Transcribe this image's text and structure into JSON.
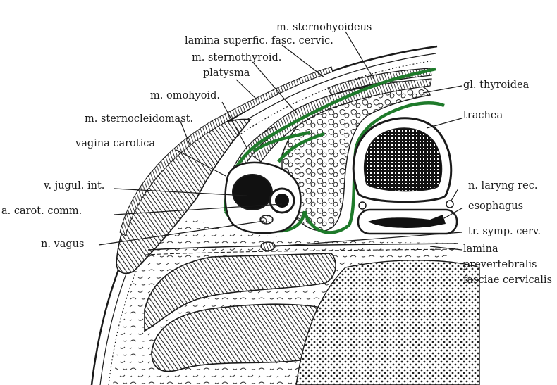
{
  "figure": {
    "labels": {
      "sternohyoideus": "m. sternohyoideus",
      "lamina_superficialis": "lamina superfic. fasc. cervic.",
      "sternothyroid": "m. sternothyroid.",
      "platysma": "platysma",
      "omohyoid": "m. omohyoid.",
      "scm": "m. sternocleidomast.",
      "vagina_carotica": "vagina carotica",
      "v_jugularis": "v. jugul. int.",
      "a_carotis": "a. carot. comm.",
      "n_vagus": "n. vagus",
      "gl_thyroidea": "gl. thyroidea",
      "trachea": "trachea",
      "n_laryngeus": "n. laryng rec.",
      "esophagus": "esophagus",
      "tr_sympathicus": "tr. symp. cerv.",
      "lamina_prevert_1": "lamina",
      "lamina_prevert_2": "prevertebralis",
      "lamina_prevert_3": "fasciae cervicalis"
    },
    "colors": {
      "fascia_green": "#1e7a2a",
      "ink": "#1a1a1a",
      "paper": "#ffffff"
    }
  }
}
